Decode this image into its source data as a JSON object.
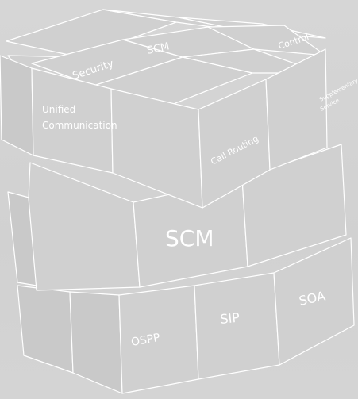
{
  "top_layer": {
    "labels": {
      "security": "Security",
      "scm_top": "SCM",
      "control": "Control",
      "unified": "Unified",
      "communication": "Communication",
      "call_routing": "Call Routing",
      "supplementary": "Supplementary",
      "service": "Service"
    }
  },
  "middle_layer": {
    "labels": {
      "scm_center": "SCM"
    }
  },
  "bottom_layer": {
    "labels": {
      "ospp": "OSPP",
      "sip": "SIP",
      "soa": "SOA"
    }
  }
}
